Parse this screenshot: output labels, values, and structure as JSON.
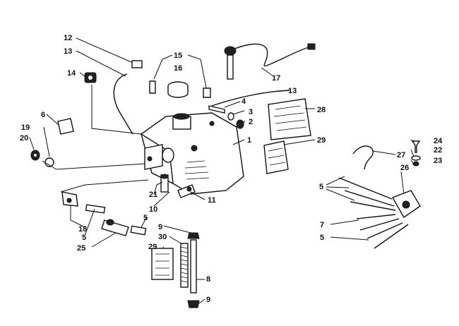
{
  "labels": [
    "12",
    "13",
    "14",
    "15",
    "16",
    "17",
    "13",
    "4",
    "3",
    "2",
    "28",
    "1",
    "6",
    "19",
    "20",
    "29",
    "27",
    "24",
    "22",
    "23",
    "26",
    "5",
    "21",
    "11",
    "10",
    "5",
    "7",
    "5",
    "18",
    "5",
    "25",
    "9",
    "30",
    "29",
    "8",
    "9"
  ]
}
